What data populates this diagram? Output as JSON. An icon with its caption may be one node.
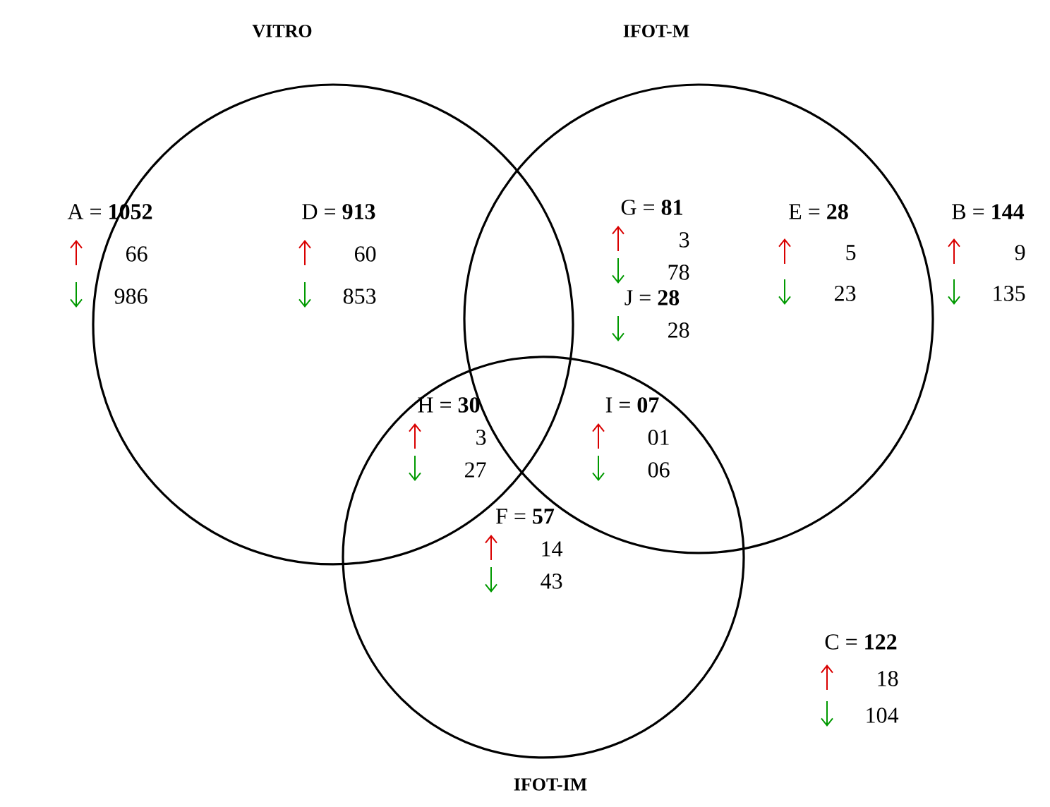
{
  "diagram": {
    "nodes": [
      {
        "text": [
          "VITRO"
        ]
      },
      {
        "text": [
          "IFOT-M"
        ]
      },
      {
        "text": [
          "IFOT-IM"
        ]
      }
    ],
    "labels": [
      "A = **1052**",
      "66",
      "986",
      "D = **913**",
      "60",
      "853",
      "G = **81**",
      "3",
      "78",
      "E = **28**",
      "5",
      "23",
      "B = **144**",
      "9",
      "135",
      "J = **28**",
      "28",
      "H = **30**",
      "3",
      "27",
      "I = **07**",
      "01",
      "06",
      "F = **57**",
      "14",
      "43",
      "C = **122**",
      "18",
      "104"
    ]
  }
}
